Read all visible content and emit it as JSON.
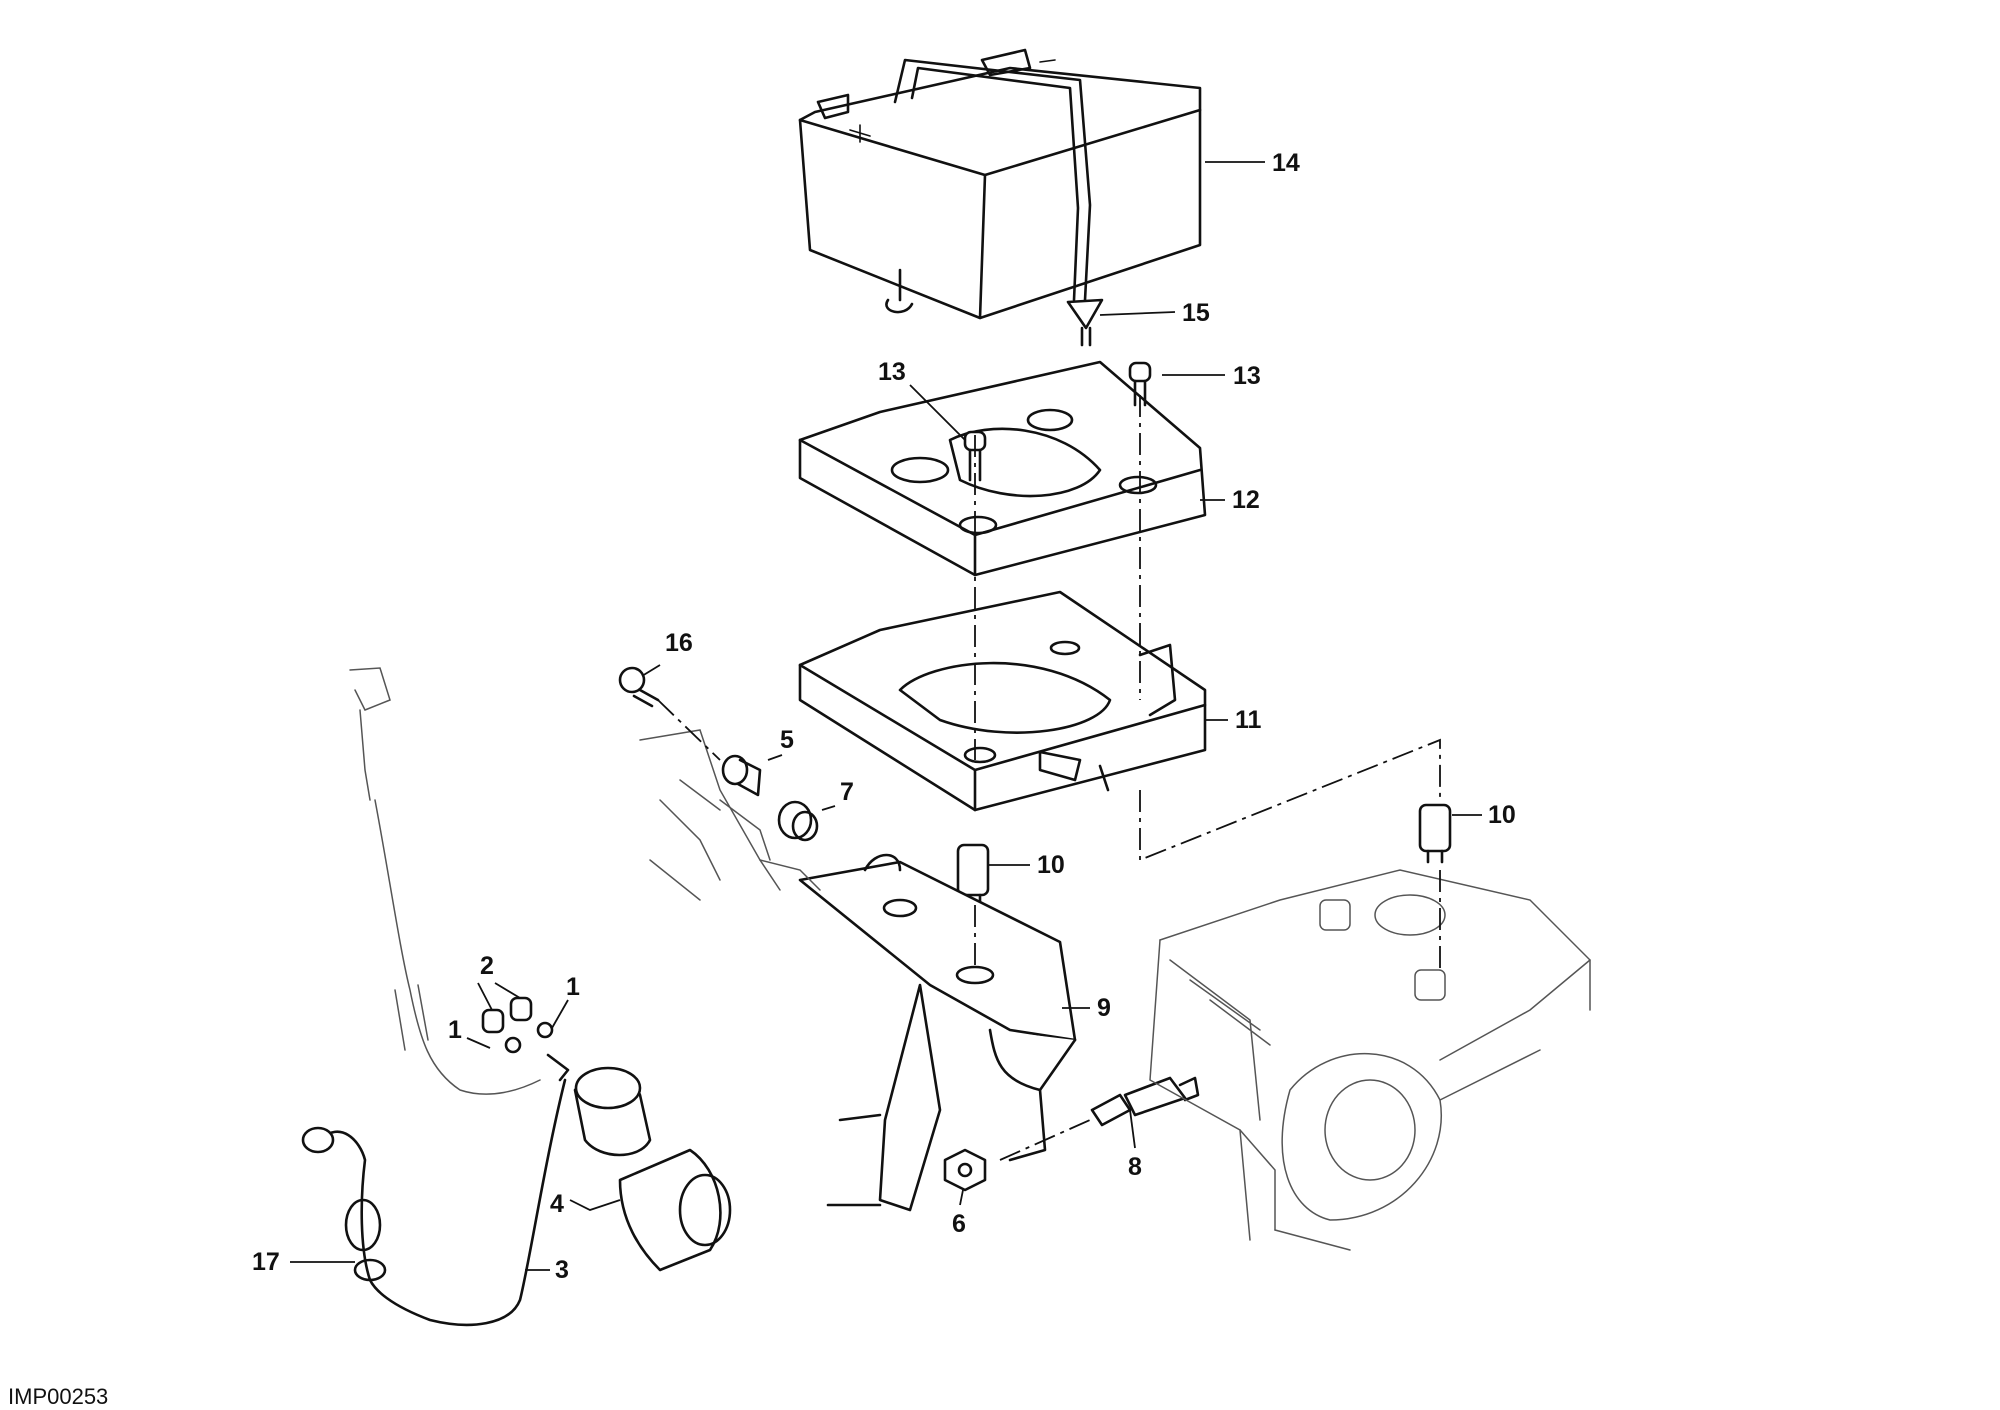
{
  "figure_id": "IMP00253",
  "callouts": {
    "c1a": "1",
    "c1b": "1",
    "c2": "2",
    "c3": "3",
    "c4": "4",
    "c5": "5",
    "c6": "6",
    "c7": "7",
    "c8": "8",
    "c9": "9",
    "c10a": "10",
    "c10b": "10",
    "c11": "11",
    "c12": "12",
    "c13a": "13",
    "c13b": "13",
    "c14": "14",
    "c15": "15",
    "c16": "16",
    "c17": "17"
  },
  "colors": {
    "ink": "#111111",
    "background": "#ffffff"
  }
}
